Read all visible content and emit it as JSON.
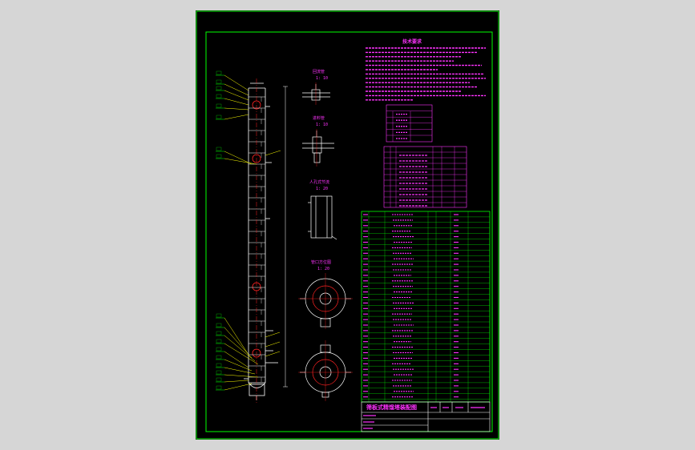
{
  "drawing": {
    "title": "筛板式精馏塔装配图",
    "tech_requirements_title": "技术要求",
    "views": {
      "view1": {
        "title": "回流管",
        "scale": "1: 10"
      },
      "view2": {
        "title": "进料管",
        "scale": "1: 10"
      },
      "view3": {
        "title": "人孔式节流",
        "scale": "1: 20"
      },
      "view4": {
        "title": "管口方位图",
        "scale": "1: 20"
      }
    },
    "colors": {
      "background": "#000000",
      "frame": "#00ff00",
      "tower": "#ffffff",
      "leaders": "#ffff00",
      "text": "#ff33ff",
      "center": "#ff2222",
      "page": "#d6d6d6"
    }
  }
}
